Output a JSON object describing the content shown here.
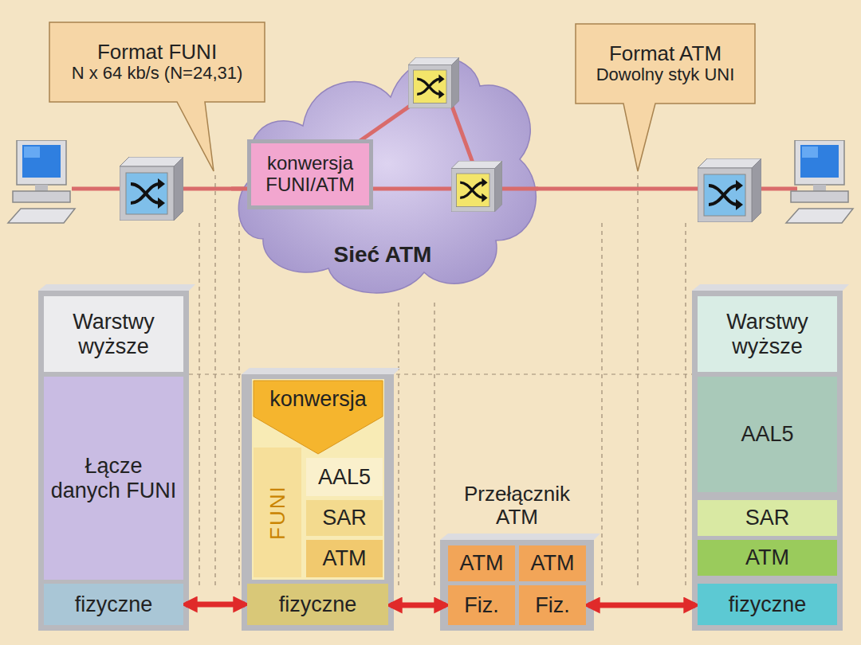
{
  "diagram": {
    "nodes": [
      {
        "text": [
          "Format FUNI",
          "N x 64 kb/s (N=24,31)"
        ]
      },
      {
        "text": [
          "Format ATM",
          "Dowolny styk UNI"
        ]
      },
      {
        "text": [
          "Sieć ATM"
        ]
      },
      {
        "text": [
          "konwersja FUNI/ATM"
        ],
        "in": 2
      },
      {
        "text": [
          "Warstwy wyższe"
        ]
      },
      {
        "text": [
          "Łącze danych FUNI"
        ]
      },
      {
        "text": [
          "fizyczne"
        ]
      },
      {
        "text": [
          "konwersja"
        ]
      },
      {
        "text": [
          "FUNI"
        ]
      },
      {
        "text": [
          "AAL5"
        ]
      },
      {
        "text": [
          "SAR"
        ]
      },
      {
        "text": [
          "ATM"
        ]
      },
      {
        "text": [
          "fizyczne"
        ]
      },
      {
        "text": [
          "Przełącznik ATM"
        ]
      },
      {
        "text": [
          "ATM"
        ],
        "in": 13
      },
      {
        "text": [
          "ATM"
        ],
        "in": 13
      },
      {
        "text": [
          "Fiz."
        ],
        "in": 13
      },
      {
        "text": [
          "Fiz."
        ],
        "in": 13
      },
      {
        "text": [
          "Warstwy wyższe"
        ]
      },
      {
        "text": [
          "AAL5"
        ]
      },
      {
        "text": [
          "SAR"
        ]
      },
      {
        "text": [
          "ATM"
        ]
      },
      {
        "text": [
          "fizyczne"
        ]
      }
    ],
    "edges": [
      {
        "from": 6,
        "to": 12,
        "arrow": "both"
      },
      {
        "from": 12,
        "to": 16,
        "arrow": "both"
      },
      {
        "from": 17,
        "to": 22,
        "arrow": "both"
      }
    ]
  }
}
